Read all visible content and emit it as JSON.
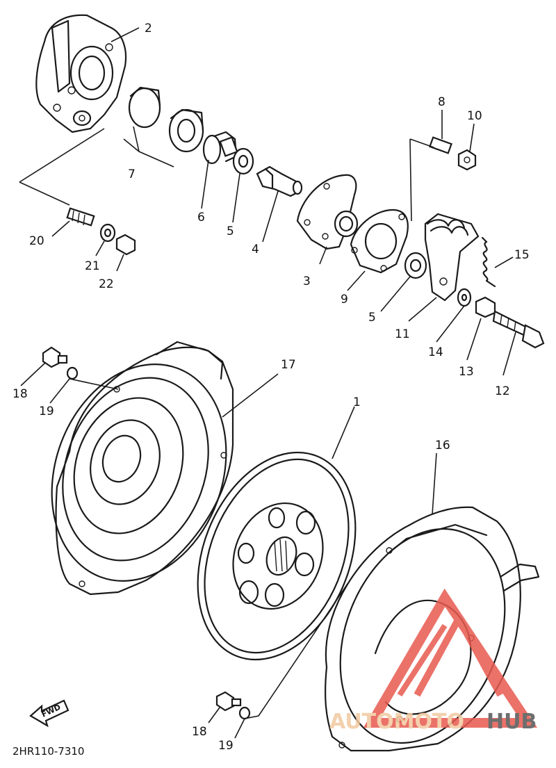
{
  "diagram": {
    "callouts": [
      {
        "id": "c2",
        "label": "2"
      },
      {
        "id": "c7",
        "label": "7"
      },
      {
        "id": "c6",
        "label": "6"
      },
      {
        "id": "c5a",
        "label": "5"
      },
      {
        "id": "c4",
        "label": "4"
      },
      {
        "id": "c3",
        "label": "3"
      },
      {
        "id": "c8",
        "label": "8"
      },
      {
        "id": "c10",
        "label": "10"
      },
      {
        "id": "c9",
        "label": "9"
      },
      {
        "id": "c5b",
        "label": "5"
      },
      {
        "id": "c11",
        "label": "11"
      },
      {
        "id": "c15",
        "label": "15"
      },
      {
        "id": "c14",
        "label": "14"
      },
      {
        "id": "c13",
        "label": "13"
      },
      {
        "id": "c12",
        "label": "12"
      },
      {
        "id": "c20",
        "label": "20"
      },
      {
        "id": "c21",
        "label": "21"
      },
      {
        "id": "c22",
        "label": "22"
      },
      {
        "id": "c18a",
        "label": "18"
      },
      {
        "id": "c19a",
        "label": "19"
      },
      {
        "id": "c17",
        "label": "17"
      },
      {
        "id": "c1",
        "label": "1"
      },
      {
        "id": "c16",
        "label": "16"
      },
      {
        "id": "c18b",
        "label": "18"
      },
      {
        "id": "c19b",
        "label": "19"
      }
    ],
    "fwd_label": "FWD",
    "reference_code": "2HR110-7310"
  },
  "watermark": {
    "text_part1": "AUTOMOTO",
    "text_part2": "HUB",
    "colors": {
      "primary": "#e85a4f",
      "secondary": "#f2c9a0",
      "dark": "#555555"
    }
  }
}
